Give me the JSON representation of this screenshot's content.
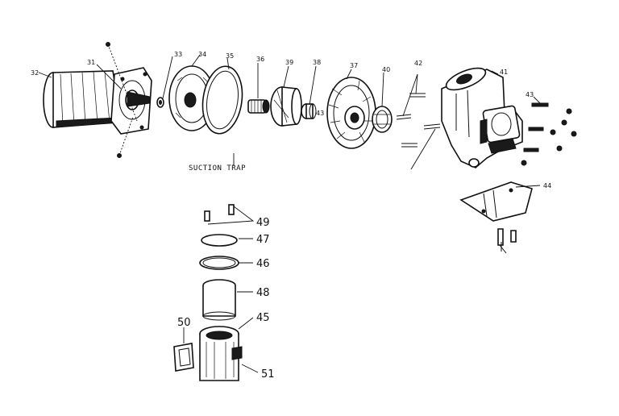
{
  "title": "",
  "caption": "SUCTION TRAP",
  "parts": [
    {
      "id": "p32",
      "label": "32"
    },
    {
      "id": "p31",
      "label": "31"
    },
    {
      "id": "p33",
      "label": "33"
    },
    {
      "id": "p34",
      "label": "34"
    },
    {
      "id": "p35",
      "label": "35"
    },
    {
      "id": "p36",
      "label": "36"
    },
    {
      "id": "p39",
      "label": "39"
    },
    {
      "id": "p38",
      "label": "38"
    },
    {
      "id": "p43a",
      "label": "43"
    },
    {
      "id": "p37",
      "label": "37"
    },
    {
      "id": "p40",
      "label": "40"
    },
    {
      "id": "p42",
      "label": "42"
    },
    {
      "id": "p41",
      "label": "41"
    },
    {
      "id": "p43b",
      "label": "43"
    },
    {
      "id": "p44",
      "label": "44"
    },
    {
      "id": "p49",
      "label": "49"
    },
    {
      "id": "p47",
      "label": "47"
    },
    {
      "id": "p46",
      "label": "46"
    },
    {
      "id": "p48",
      "label": "48"
    },
    {
      "id": "p45",
      "label": "45"
    },
    {
      "id": "p50",
      "label": "50"
    },
    {
      "id": "p51",
      "label": "51"
    }
  ]
}
